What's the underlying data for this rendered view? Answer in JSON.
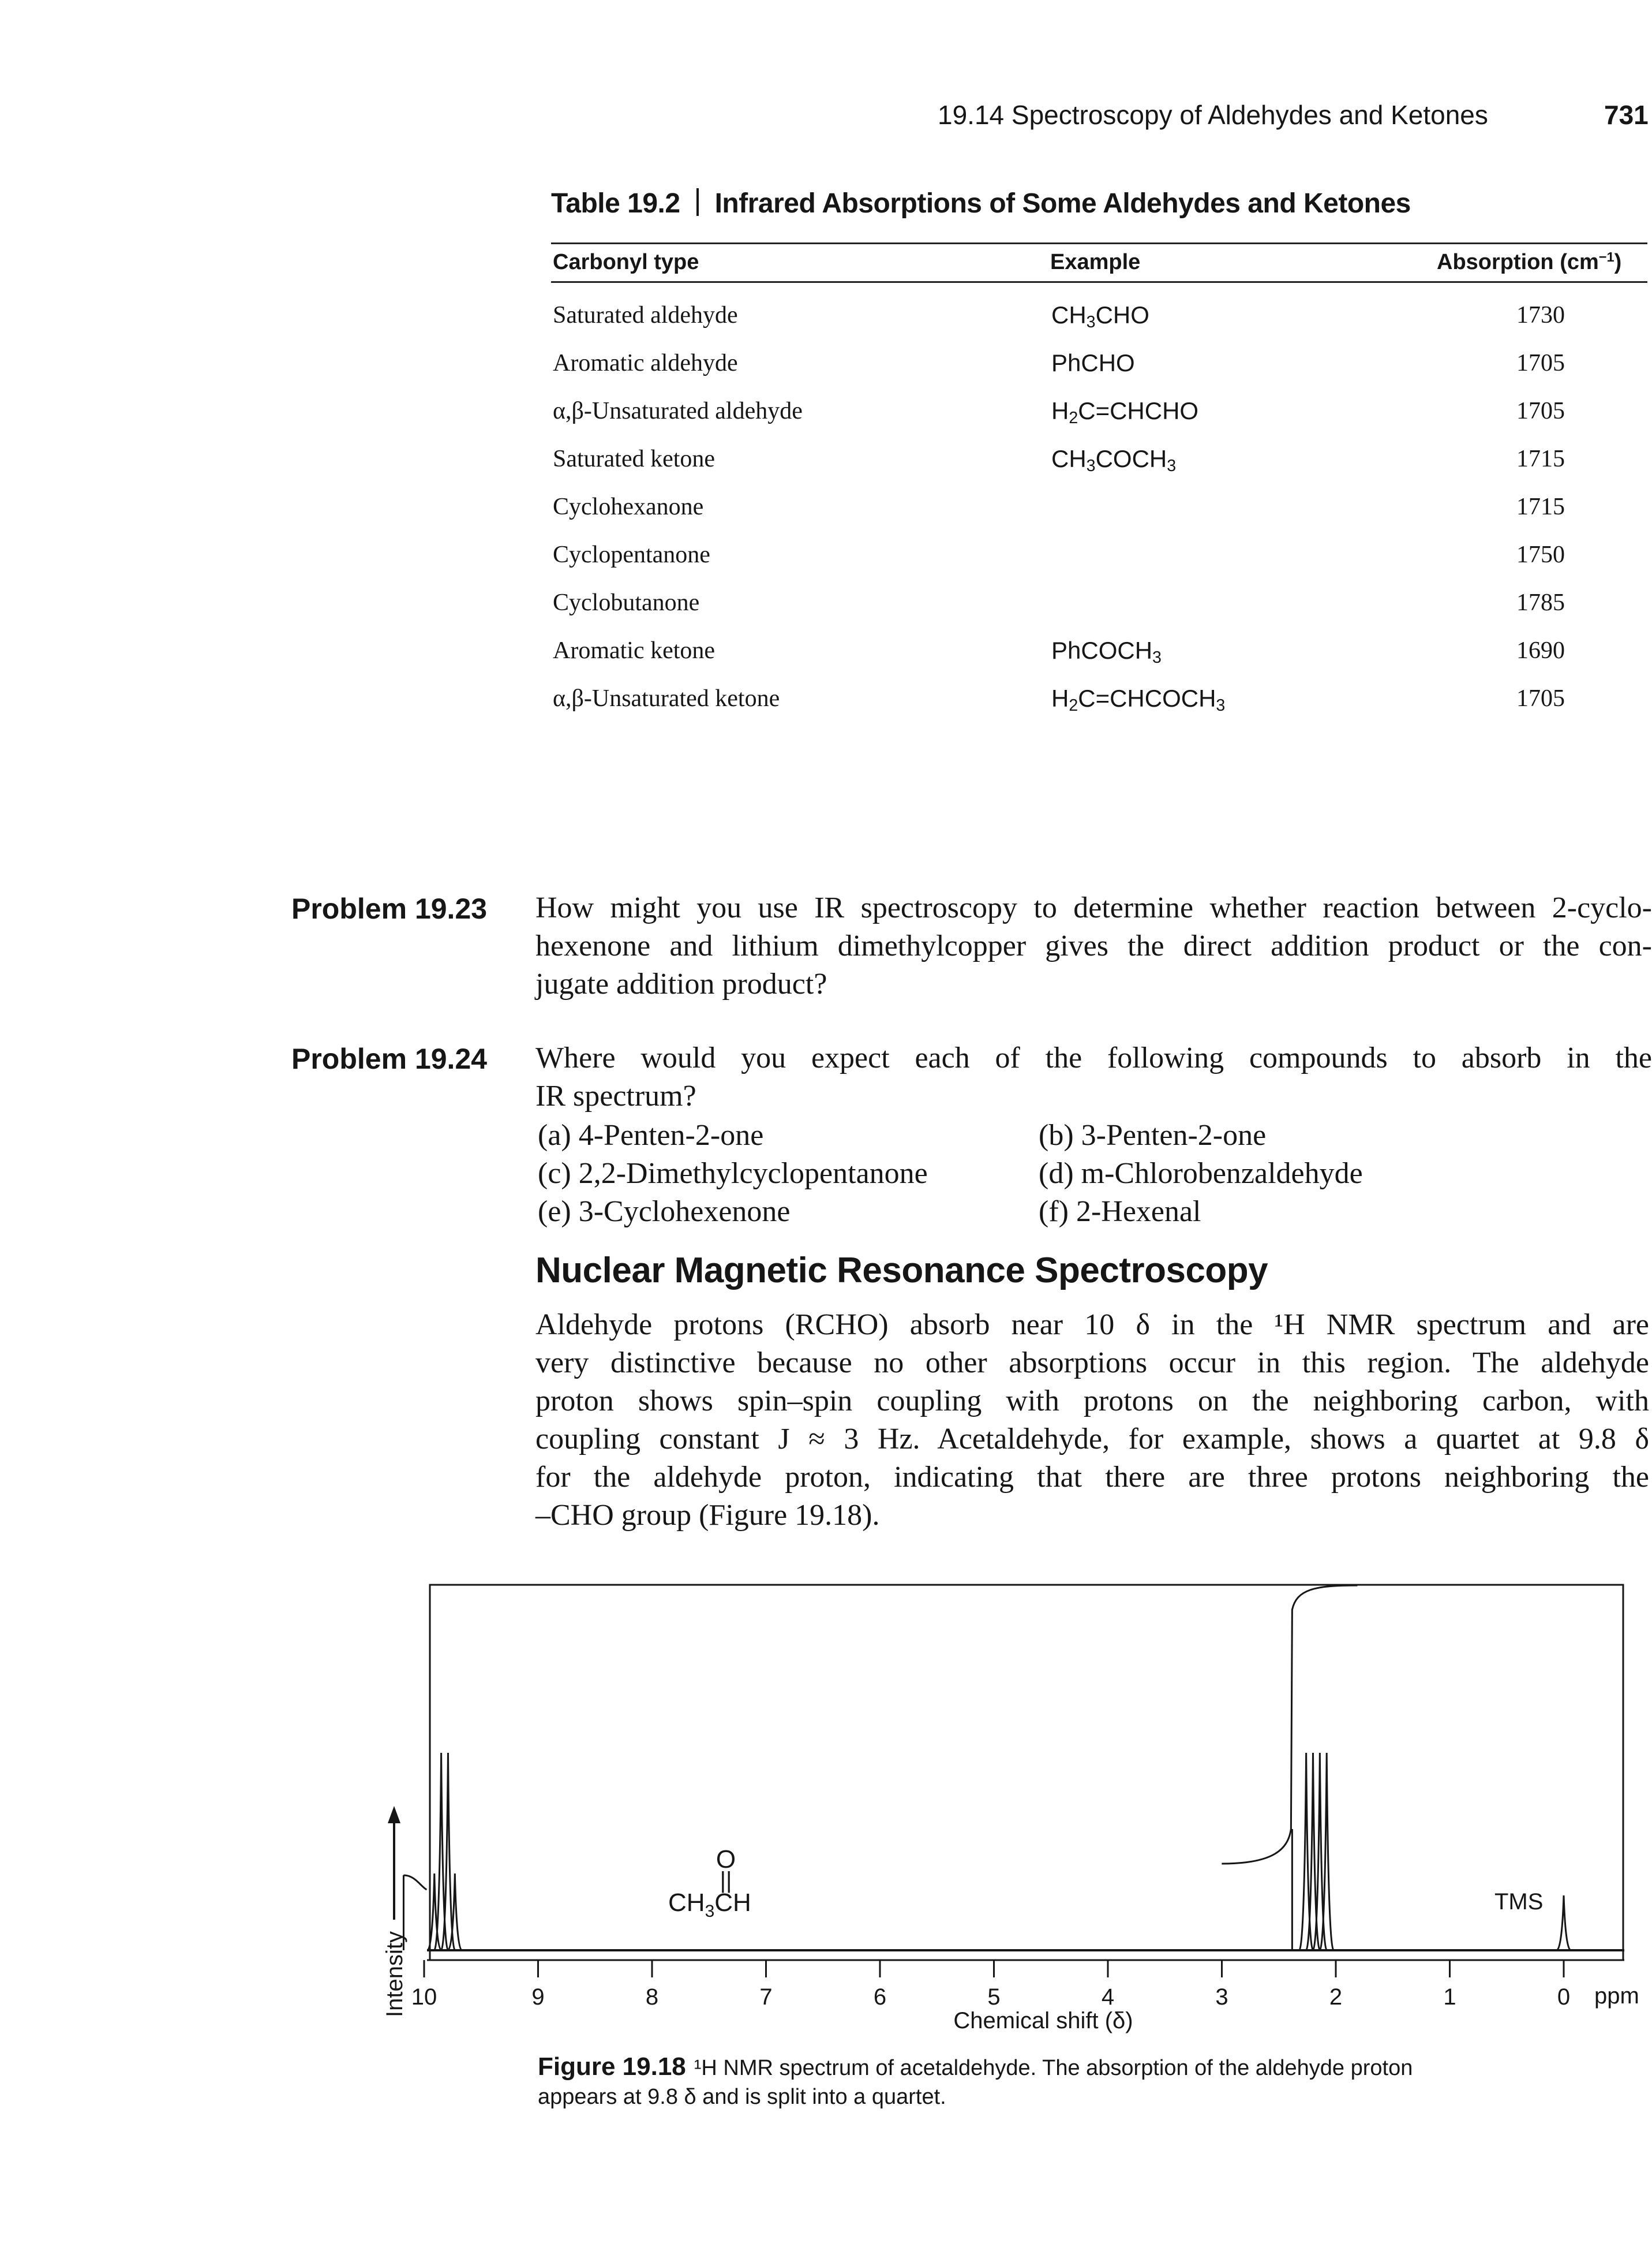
{
  "header": {
    "running_title": "19.14  Spectroscopy of Aldehydes and Ketones",
    "page_number": "731"
  },
  "table": {
    "label": "Table 19.2",
    "title": "Infrared Absorptions of Some Aldehydes and Ketones",
    "columns": [
      "Carbonyl type",
      "Example",
      "Absorption (cm"
    ],
    "column_unit_sup": "−1",
    "column_unit_close": ")",
    "rows": [
      {
        "type": "Saturated aldehyde",
        "ex_parts": [
          "CH",
          "3",
          "CHO"
        ],
        "absorption": "1730"
      },
      {
        "type": "Aromatic aldehyde",
        "ex_parts": [
          "PhCHO",
          "",
          ""
        ],
        "absorption": "1705"
      },
      {
        "type": "α,β-Unsaturated aldehyde",
        "ex_parts": [
          "H",
          "2",
          "C=CHCHO"
        ],
        "absorption": "1705"
      },
      {
        "type": "Saturated ketone",
        "ex_parts": [
          "CH",
          "3",
          "COCH",
          "3"
        ],
        "absorption": "1715"
      },
      {
        "type": "Cyclohexanone",
        "ex_parts": [
          "",
          "",
          ""
        ],
        "absorption": "1715"
      },
      {
        "type": "Cyclopentanone",
        "ex_parts": [
          "",
          "",
          ""
        ],
        "absorption": "1750"
      },
      {
        "type": "Cyclobutanone",
        "ex_parts": [
          "",
          "",
          ""
        ],
        "absorption": "1785"
      },
      {
        "type": "Aromatic ketone",
        "ex_parts": [
          "PhCOCH",
          "3",
          ""
        ],
        "absorption": "1690"
      },
      {
        "type": "α,β-Unsaturated ketone",
        "ex_parts": [
          "H",
          "2",
          "C=CHCOCH",
          "3"
        ],
        "absorption": "1705"
      }
    ]
  },
  "problems": [
    {
      "label": "Problem 19.23",
      "lines": [
        "How might you use IR spectroscopy to determine whether reaction between 2-cyclo-",
        "hexenone and lithium dimethylcopper gives the direct addition product or the con-",
        "jugate addition product?"
      ]
    },
    {
      "label": "Problem 19.24",
      "lines": [
        "Where would you expect each of the following compounds to absorb in the",
        "IR spectrum?"
      ],
      "parts": [
        "(a)  4-Penten-2-one",
        "(b)  3-Penten-2-one",
        "(c)  2,2-Dimethylcyclopentanone",
        "(d)  m-Chlorobenzaldehyde",
        "(e)  3-Cyclohexenone",
        "(f)  2-Hexenal"
      ]
    }
  ],
  "section": {
    "heading": "Nuclear Magnetic Resonance Spectroscopy",
    "paragraph_lines": [
      "Aldehyde protons (RCHO) absorb near 10 δ in the ¹H NMR spectrum and are",
      "very distinctive because no other absorptions occur in this region. The aldehyde",
      "proton shows spin–spin coupling with protons on the neighboring carbon, with",
      "coupling constant J ≈ 3 Hz. Acetaldehyde, for example, shows a quartet at 9.8 δ",
      "for the aldehyde proton, indicating that there are three protons neighboring the",
      "–CHO group (Figure 19.18)."
    ]
  },
  "figure": {
    "y_axis_label": "Intensity",
    "x_axis_label": "Chemical shift (δ)",
    "x_unit": "ppm",
    "tms_label": "TMS",
    "structure": {
      "carbonyl_o": "O",
      "double_bond": "||",
      "formula_main": "CH",
      "formula_sub": "3",
      "formula_end": "CH"
    },
    "caption_label": "Figure 19.18",
    "caption_lines": [
      "¹H NMR spectrum of acetaldehyde. The absorption of the aldehyde proton",
      "appears at 9.8 δ and is split into a quartet."
    ]
  },
  "chart_data": {
    "type": "line",
    "x_range": [
      10,
      0
    ],
    "x_ticks": [
      "10",
      "9",
      "8",
      "7",
      "6",
      "5",
      "4",
      "3",
      "2",
      "1",
      "0"
    ],
    "xlabel": "Chemical shift (δ)",
    "ylabel": "Intensity",
    "series": [
      {
        "name": "",
        "peaks_ppm": [
          9.91,
          9.85,
          9.79,
          9.73
        ],
        "relative_heights": [
          0.35,
          0.9,
          0.9,
          0.35
        ]
      },
      {
        "name": "",
        "peaks_ppm": [
          2.26,
          2.2,
          2.14,
          2.08
        ],
        "relative_heights": [
          0.9,
          0.9,
          0.9,
          0.9
        ]
      },
      {
        "name": "TMS",
        "peaks_ppm": [
          0.0
        ],
        "relative_heights": [
          0.25
        ]
      }
    ],
    "integrals": [
      {
        "from_ppm": 2.5,
        "to_ppm": 1.9,
        "step": "large"
      },
      {
        "from_ppm": 10.2,
        "to_ppm": 9.6,
        "step": "small"
      }
    ]
  }
}
